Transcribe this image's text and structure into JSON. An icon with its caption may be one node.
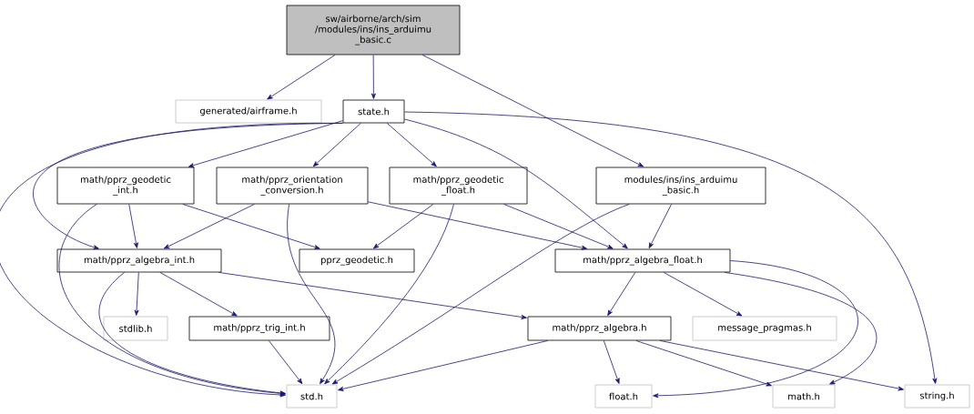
{
  "diagram": {
    "nodes": [
      {
        "text": [
          "sw/airborne/arch/sim /modules/ins/ins_arduimu _basic.c"
        ]
      },
      {
        "text": [
          "generated/airframe.h"
        ]
      },
      {
        "text": [
          "state.h"
        ]
      },
      {
        "text": [
          "modules/ins/ins_arduimu _basic.h"
        ]
      },
      {
        "text": [
          "math/pprz_geodetic _int.h"
        ]
      },
      {
        "text": [
          "math/pprz_orientation _conversion.h"
        ]
      },
      {
        "text": [
          "math/pprz_geodetic _float.h"
        ]
      },
      {
        "text": [
          "math/pprz_algebra_int.h"
        ]
      },
      {
        "text": [
          "pprz_geodetic.h"
        ]
      },
      {
        "text": [
          "math/pprz_algebra_float.h"
        ]
      },
      {
        "text": [
          "stdlib.h"
        ]
      },
      {
        "text": [
          "math/pprz_trig_int.h"
        ]
      },
      {
        "text": [
          "math/pprz_algebra.h"
        ]
      },
      {
        "text": [
          "message_pragmas.h"
        ]
      },
      {
        "text": [
          "std.h"
        ]
      },
      {
        "text": [
          "float.h"
        ]
      },
      {
        "text": [
          "math.h"
        ]
      },
      {
        "text": [
          "string.h"
        ]
      }
    ],
    "edges": [
      {
        "from": 0,
        "to": 1,
        "arrow": "to"
      },
      {
        "from": 0,
        "to": 2,
        "arrow": "to"
      },
      {
        "from": 0,
        "to": 3,
        "arrow": "to"
      },
      {
        "from": 2,
        "to": 4,
        "arrow": "to"
      },
      {
        "from": 2,
        "to": 5,
        "arrow": "to"
      },
      {
        "from": 2,
        "to": 6,
        "arrow": "to"
      },
      {
        "from": 2,
        "to": 7,
        "arrow": "to"
      },
      {
        "from": 2,
        "to": 9,
        "arrow": "to"
      },
      {
        "from": 2,
        "to": 14,
        "arrow": "to"
      },
      {
        "from": 2,
        "to": 17,
        "arrow": "to"
      },
      {
        "from": 3,
        "to": 9,
        "arrow": "to"
      },
      {
        "from": 3,
        "to": 14,
        "arrow": "to"
      },
      {
        "from": 4,
        "to": 7,
        "arrow": "to"
      },
      {
        "from": 4,
        "to": 8,
        "arrow": "to"
      },
      {
        "from": 4,
        "to": 14,
        "arrow": "to"
      },
      {
        "from": 5,
        "to": 7,
        "arrow": "to"
      },
      {
        "from": 5,
        "to": 9,
        "arrow": "to"
      },
      {
        "from": 5,
        "to": 14,
        "arrow": "to"
      },
      {
        "from": 6,
        "to": 8,
        "arrow": "to"
      },
      {
        "from": 6,
        "to": 9,
        "arrow": "to"
      },
      {
        "from": 6,
        "to": 14,
        "arrow": "to"
      },
      {
        "from": 7,
        "to": 10,
        "arrow": "to"
      },
      {
        "from": 7,
        "to": 11,
        "arrow": "to"
      },
      {
        "from": 7,
        "to": 12,
        "arrow": "to"
      },
      {
        "from": 7,
        "to": 14,
        "arrow": "to"
      },
      {
        "from": 9,
        "to": 12,
        "arrow": "to"
      },
      {
        "from": 9,
        "to": 13,
        "arrow": "to"
      },
      {
        "from": 9,
        "to": 15,
        "arrow": "to"
      },
      {
        "from": 9,
        "to": 16,
        "arrow": "to"
      },
      {
        "from": 11,
        "to": 14,
        "arrow": "to"
      },
      {
        "from": 12,
        "to": 14,
        "arrow": "to"
      },
      {
        "from": 12,
        "to": 15,
        "arrow": "to"
      },
      {
        "from": 12,
        "to": 16,
        "arrow": "to"
      },
      {
        "from": 12,
        "to": 17,
        "arrow": "to"
      }
    ]
  }
}
